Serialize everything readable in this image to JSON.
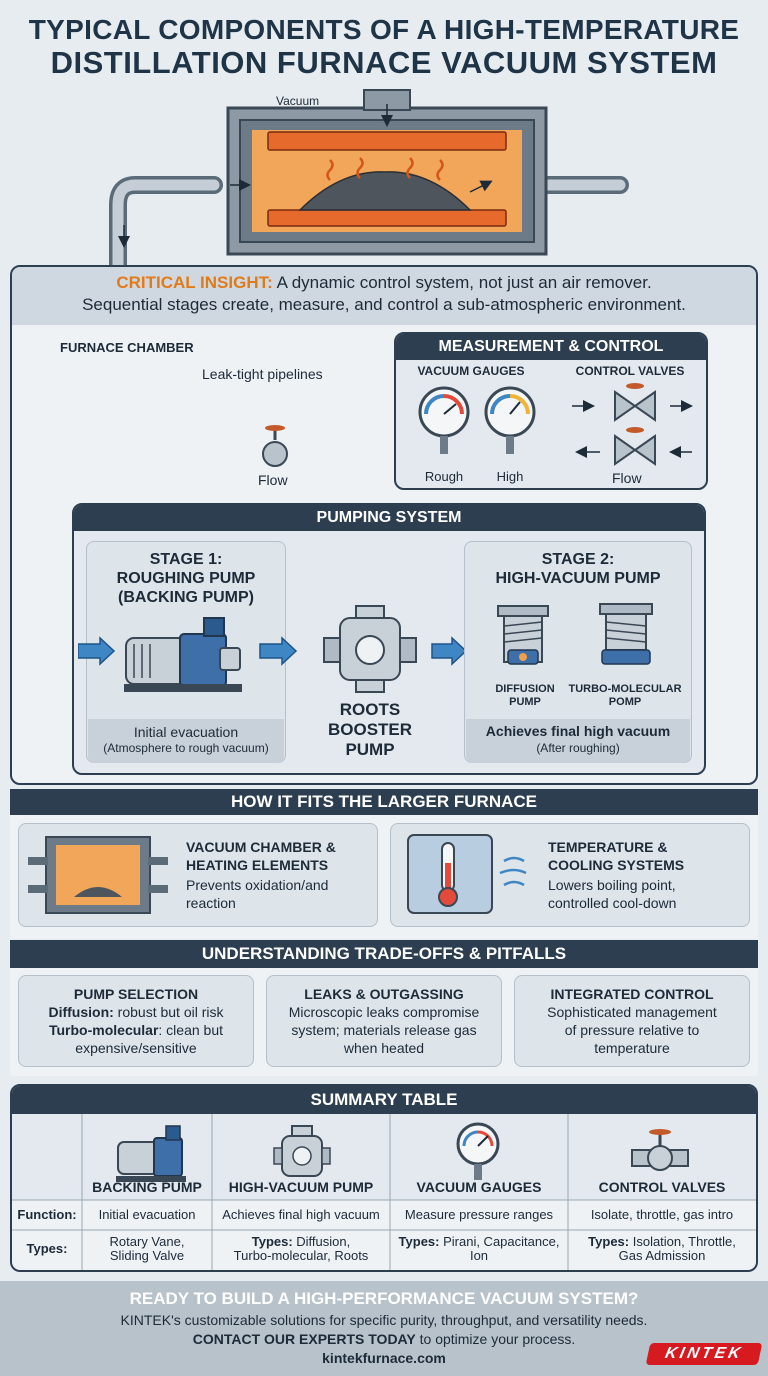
{
  "title": {
    "line1": "TYPICAL COMPONENTS OF A HIGH-TEMPERATURE",
    "line2": "DISTILLATION FURNACE VACUUM SYSTEM"
  },
  "furnace": {
    "vacuum_label": "Vacuum",
    "chamber_label": "FURNACE CHAMBER"
  },
  "insight": {
    "prefix": "CRITICAL INSIGHT:",
    "line1": " A dynamic control system, not just an air remover.",
    "line2": "Sequential stages create, measure, and control a sub-atmospheric environment."
  },
  "pipeline": {
    "label": "Leak-tight pipelines",
    "flow_left": "Flow",
    "flow_right": "Flow"
  },
  "measurement": {
    "header": "MEASUREMENT & CONTROL",
    "gauges_label": "VACUUM GAUGES",
    "valves_label": "CONTROL VALVES",
    "gauge_rough": "Rough",
    "gauge_high": "High"
  },
  "pumping": {
    "header": "PUMPING SYSTEM",
    "stage1": {
      "title1": "STAGE 1:",
      "title2": "ROUGHING PUMP",
      "title3": "(BACKING PUMP)",
      "desc": "Initial evacuation",
      "sub": "(Atmosphere to rough vacuum)"
    },
    "roots": {
      "l1": "ROOTS",
      "l2": "BOOSTER",
      "l3": "PUMP"
    },
    "stage2": {
      "title1": "STAGE 2:",
      "title2": "HIGH-VACUUM PUMP",
      "diffusion1": "DIFFUSION",
      "diffusion2": "PUMP",
      "turbo1": "TURBO-MOLECULAR",
      "turbo2": "POMP",
      "desc": "Achieves final high vacuum",
      "sub": "(After roughing)"
    }
  },
  "fits": {
    "header": "HOW IT FITS THE LARGER FURNACE",
    "card1": {
      "t1": "VACUUM CHAMBER &",
      "t2": "HEATING ELEMENTS",
      "d1": "Prevents oxidation/and",
      "d2": "reaction"
    },
    "card2": {
      "t1": "TEMPERATURE &",
      "t2": "COOLING SYSTEMS",
      "d1": "Lowers boiling point,",
      "d2": "controlled cool-down"
    }
  },
  "tradeoffs": {
    "header": "UNDERSTANDING TRADE-OFFS & PITFALLS",
    "c1": {
      "title": "PUMP SELECTION",
      "a_bold": "Diffusion:",
      "a_text": " robust but oil risk",
      "b_bold": "Turbo-molecular",
      "b_text": ": clean but",
      "c_text": "expensive/sensitive"
    },
    "c2": {
      "title": "LEAKS & OUTGASSING",
      "l1": "Microscopic leaks compromise",
      "l2": "system; materials release gas",
      "l3": "when heated"
    },
    "c3": {
      "title": "INTEGRATED CONTROL",
      "l1": "Sophisticated management",
      "l2": "of pressure relative to",
      "l3": "temperature"
    }
  },
  "summary": {
    "header": "SUMMARY TABLE",
    "cols": [
      "BACKING PUMP",
      "HIGH-VACUUM PUMP",
      "VACUUM GAUGES",
      "CONTROL VALVES"
    ],
    "row_function": "Function:",
    "row_types": "Types:",
    "functions": [
      "Initial evacuation",
      "Achieves final high vacuum",
      "Measure pressure ranges",
      "Isolate, throttle, gas intro"
    ],
    "types_prefix": "Types:",
    "types": [
      {
        "l1": "Rotary Vane,",
        "l2": "Sliding Valve"
      },
      {
        "l1": " Diffusion,",
        "l2": "Turbo-molecular, Roots"
      },
      {
        "l1": " Pirani, Capacitance,",
        "l2": "Ion"
      },
      {
        "l1": " Isolation, Throttle,",
        "l2": "Gas Admission"
      }
    ]
  },
  "footer": {
    "headline": "READY TO BUILD A HIGH-PERFORMANCE VACUUM SYSTEM?",
    "line1": "KINTEK's customizable solutions for specific purity, throughput, and versatility needs.",
    "cta_bold": "CONTACT OUR EXPERTS TODAY",
    "cta_rest": " to optimize your process.",
    "url": "kintekfurnace.com",
    "logo": "KINTEK"
  },
  "colors": {
    "navy": "#2c3e50",
    "insight_orange": "#e07b1a",
    "arrow_blue": "#3f86c4",
    "furnace_orange": "#f2a65a",
    "logo_red": "#d71920"
  }
}
